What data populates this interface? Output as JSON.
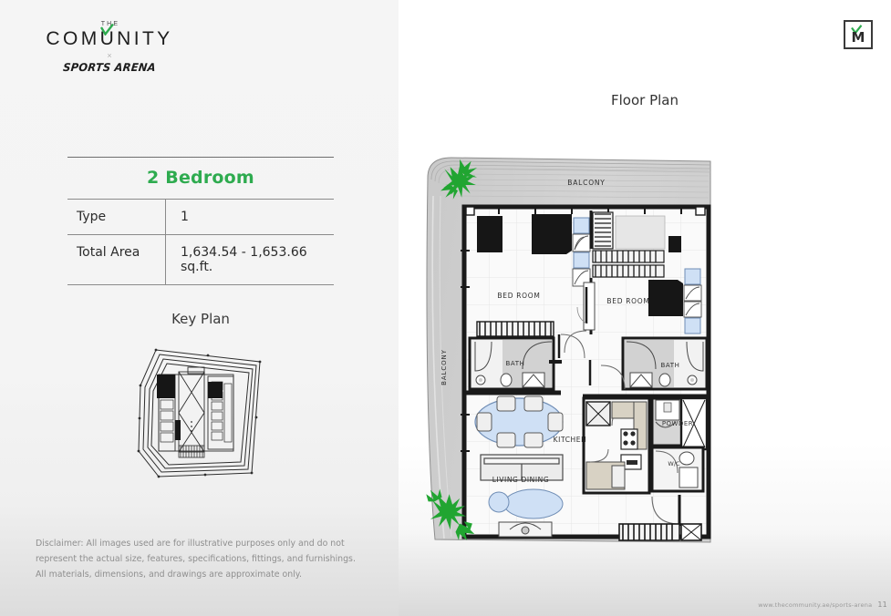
{
  "brand": {
    "the": "THE",
    "name": "COMUNITY",
    "separator": "×",
    "sub": "SPORTS ARENA",
    "check_icon": "green-check-icon",
    "accent_color": "#2eab4f"
  },
  "header": {
    "monogram": "M",
    "monogram_icon": "m-monogram-icon"
  },
  "unit": {
    "title": "2 Bedroom",
    "rows": [
      {
        "label": "Type",
        "value": "1"
      },
      {
        "label": "Total Area",
        "value": "1,634.54 - 1,653.66 sq.ft."
      }
    ]
  },
  "key_plan": {
    "title": "Key Plan"
  },
  "disclaimer": {
    "text": "Disclaimer: All images used are for illustrative purposes only and do not represent the actual size, features, specifications, fittings, and furnishings. All materials, dimensions, and drawings are approximate only."
  },
  "floor_plan": {
    "title": "Floor Plan",
    "rooms": [
      {
        "name": "BALCONY",
        "position": "top"
      },
      {
        "name": "BALCONY",
        "position": "left-vertical"
      },
      {
        "name": "BED ROOM",
        "position": "top-left"
      },
      {
        "name": "BED ROOM",
        "position": "top-right"
      },
      {
        "name": "BATH",
        "position": "mid-left"
      },
      {
        "name": "BATH",
        "position": "mid-right"
      },
      {
        "name": "KITCHEN",
        "position": "lower-center"
      },
      {
        "name": "POWDER",
        "position": "lower-right"
      },
      {
        "name": "W/C",
        "position": "lower-right-small"
      },
      {
        "name": "LIVING DINING",
        "position": "lower-left"
      }
    ],
    "decor_icon": "palm-plant-icon"
  },
  "footer": {
    "url": "www.thecommunity.ae/sports-arena",
    "page": "11"
  }
}
